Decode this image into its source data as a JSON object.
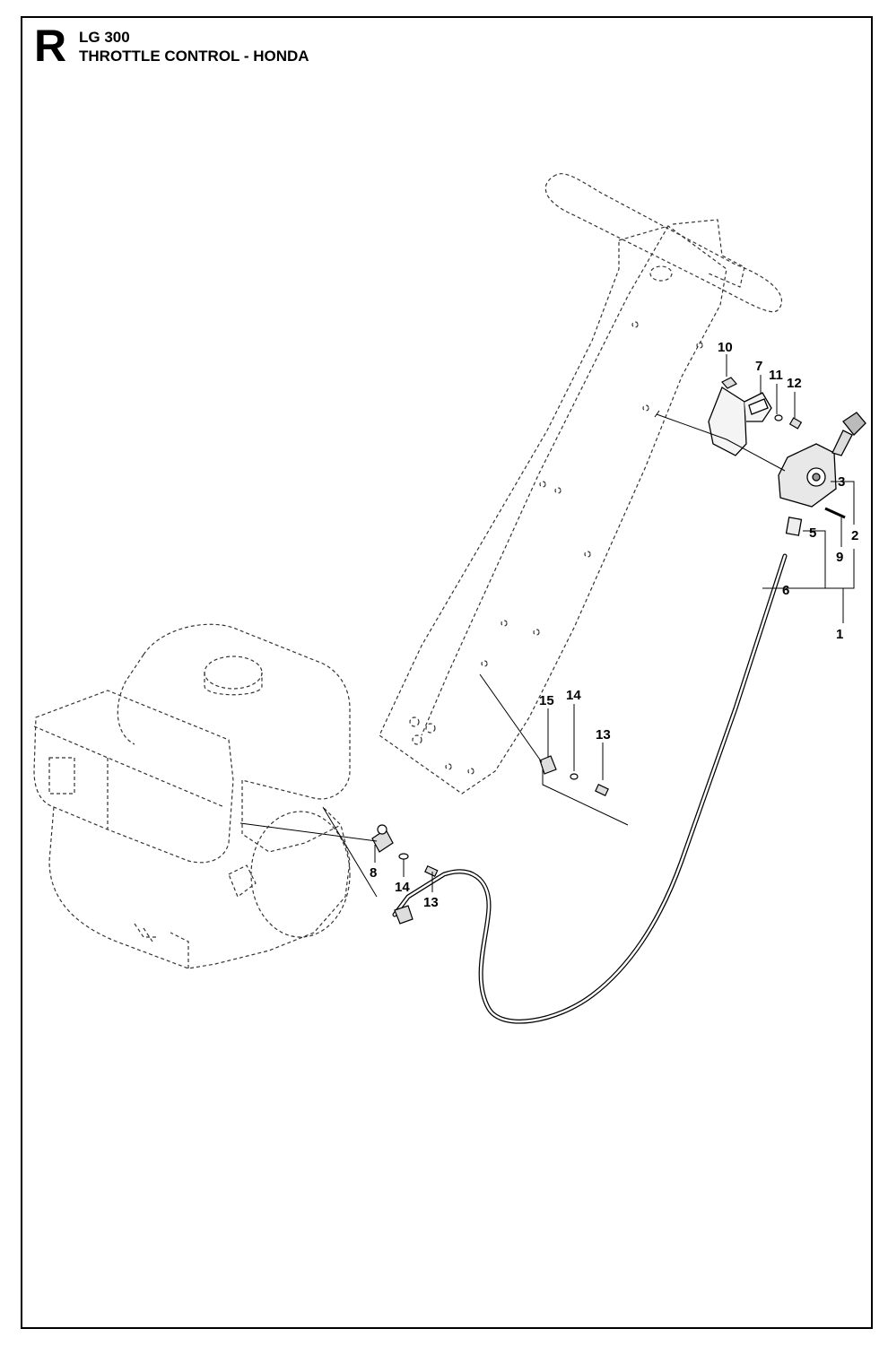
{
  "header": {
    "section_letter": "R",
    "model": "LG 300",
    "title": "THROTTLE CONTROL - HONDA"
  },
  "callouts": [
    {
      "id": "c1",
      "label": "1"
    },
    {
      "id": "c2",
      "label": "2"
    },
    {
      "id": "c3",
      "label": "3"
    },
    {
      "id": "c5",
      "label": "5"
    },
    {
      "id": "c6",
      "label": "6"
    },
    {
      "id": "c7",
      "label": "7"
    },
    {
      "id": "c8",
      "label": "8"
    },
    {
      "id": "c9",
      "label": "9"
    },
    {
      "id": "c10",
      "label": "10"
    },
    {
      "id": "c11",
      "label": "11"
    },
    {
      "id": "c12",
      "label": "12"
    },
    {
      "id": "c13a",
      "label": "13"
    },
    {
      "id": "c14a",
      "label": "14"
    },
    {
      "id": "c15",
      "label": "15"
    },
    {
      "id": "c13b",
      "label": "13"
    },
    {
      "id": "c14b",
      "label": "14"
    }
  ]
}
